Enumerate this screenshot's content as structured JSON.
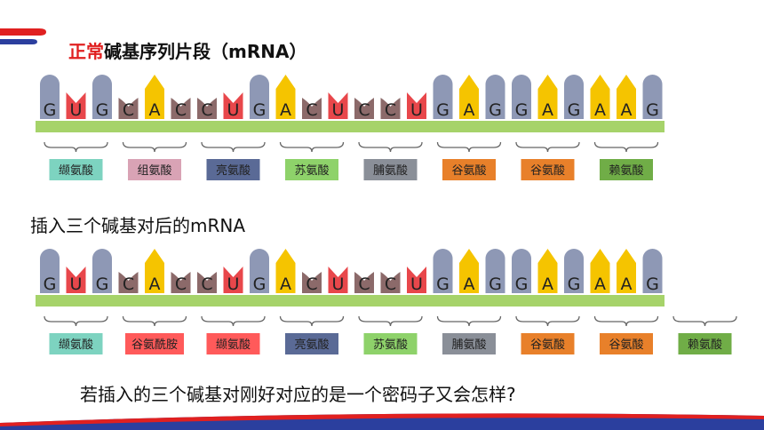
{
  "title_normal_accent": "正常",
  "title_normal_rest": "碱基序列片段（mRNA）",
  "title_inserted": "插入三个碱基对后的mRNA",
  "question": "若插入的三个碱基对刚好对应的是一个密码子又会怎样?",
  "colors": {
    "U": "#e8474b",
    "A": "#f5c400",
    "C": "#8c6a6a",
    "G": "#8e98b5",
    "rail": "#a6d36a",
    "brace": "#666666"
  },
  "normal": {
    "bases": [
      "G",
      "U",
      "G",
      "C",
      "A",
      "C",
      "C",
      "U",
      "G",
      "A",
      "C",
      "U",
      "C",
      "C",
      "U",
      "G",
      "A",
      "G",
      "G",
      "A",
      "G",
      "A",
      "A",
      "G"
    ],
    "amino_acids": [
      {
        "label": "缬氨酸",
        "color": "#7dd3c0"
      },
      {
        "label": "组氨酸",
        "color": "#d9a3b5"
      },
      {
        "label": "亮氨酸",
        "color": "#5a6a96"
      },
      {
        "label": "苏氨酸",
        "color": "#8ed26a"
      },
      {
        "label": "脯氨酸",
        "color": "#8a8f98"
      },
      {
        "label": "谷氨酸",
        "color": "#e8802a"
      },
      {
        "label": "谷氨酸",
        "color": "#e8802a"
      },
      {
        "label": "赖氨酸",
        "color": "#70ad47"
      }
    ]
  },
  "inserted": {
    "bases": [
      "G",
      "U",
      "G",
      "C",
      "A",
      "C",
      "C",
      "U",
      "G",
      "A",
      "C",
      "U",
      "C",
      "C",
      "U",
      "G",
      "A",
      "G",
      "G",
      "A",
      "G",
      "A",
      "A",
      "G"
    ],
    "amino_acids": [
      {
        "label": "缬氨酸",
        "color": "#7dd3c0"
      },
      {
        "label": "谷氨酰胺",
        "color": "#ff5a5a"
      },
      {
        "label": "缬氨酸",
        "color": "#ff5a5a"
      },
      {
        "label": "亮氨酸",
        "color": "#5a6a96"
      },
      {
        "label": "苏氨酸",
        "color": "#8ed26a"
      },
      {
        "label": "脯氨酸",
        "color": "#8a8f98"
      },
      {
        "label": "谷氨酸",
        "color": "#e8802a"
      },
      {
        "label": "谷氨酸",
        "color": "#e8802a"
      },
      {
        "label": "赖氨酸",
        "color": "#70ad47"
      }
    ]
  }
}
